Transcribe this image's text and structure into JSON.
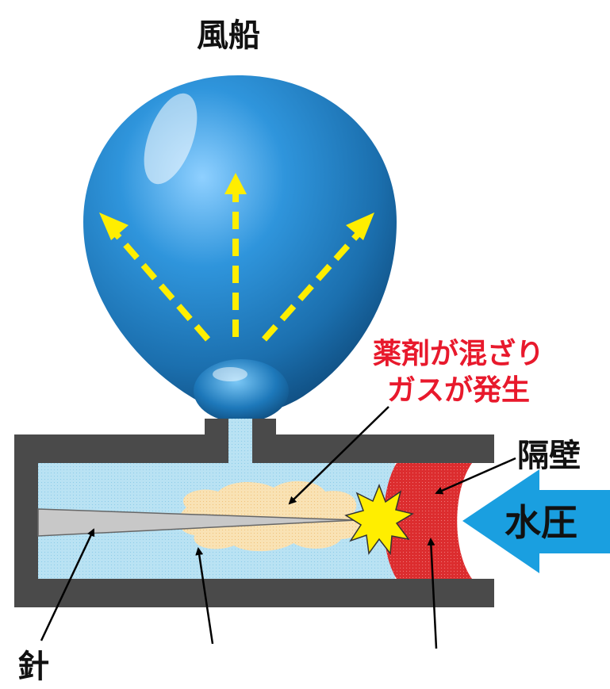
{
  "labels": {
    "balloon": "風船",
    "gas_line1": "薬剤が混ざり",
    "gas_line2": "ガスが発生",
    "partition": "隔壁",
    "water_pressure": "水圧",
    "needle": "針"
  },
  "colors": {
    "balloon": "#1e7fc2",
    "gas_text": "#e8192c",
    "arrow_yellow": "#ffee00",
    "pipe_wall": "#4a4a4a",
    "liquid": "#a8d8ee",
    "partition": "#d9262c",
    "pressure_arrow": "#1a9fe0",
    "gas_cloud": "#f7d9a0"
  }
}
